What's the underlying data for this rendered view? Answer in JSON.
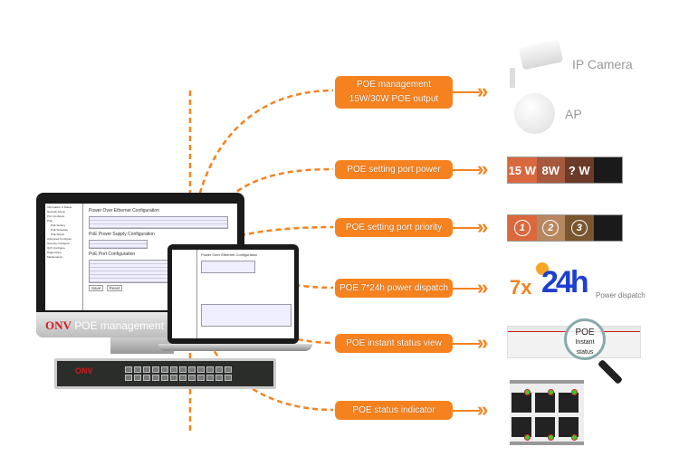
{
  "accent_color": "#f5821f",
  "monitor": {
    "brand": "ONV",
    "caption": "POE management",
    "page_title": "Power Over Ethernet Configuration",
    "section_supply": "PoE Power Supply Configuration",
    "section_port": "PoE Port Configuration",
    "sidebar_items": [
      "Information & Status",
      "Network Admin",
      "Port Configure",
      "PoE",
      "PoE Setting",
      "PoE Schedule",
      "PoE Status",
      "Advanced Configure",
      "Security Configure",
      "QoS Configure",
      "Diagnostics",
      "Maintenance"
    ],
    "buttons": [
      "Save",
      "Reset"
    ]
  },
  "features": [
    {
      "label": "POE management",
      "sublabel": "15W/30W POE output"
    },
    {
      "label": "POE setting port power"
    },
    {
      "label": "POE setting port priority"
    },
    {
      "label": "POE 7*24h  power dispatch"
    },
    {
      "label": "POE instant status view"
    },
    {
      "label": "POE status indicator"
    }
  ],
  "devices": {
    "camera": "IP Camera",
    "ap": "AP"
  },
  "port_power": [
    "15 W",
    "8W",
    "? W"
  ],
  "port_priority": [
    "1",
    "2",
    "3"
  ],
  "dispatch": {
    "prefix": "7x",
    "big": "24h",
    "suffix": "Power dispatch"
  },
  "magnifier": {
    "line1": "POE",
    "line2": "Instant status"
  }
}
